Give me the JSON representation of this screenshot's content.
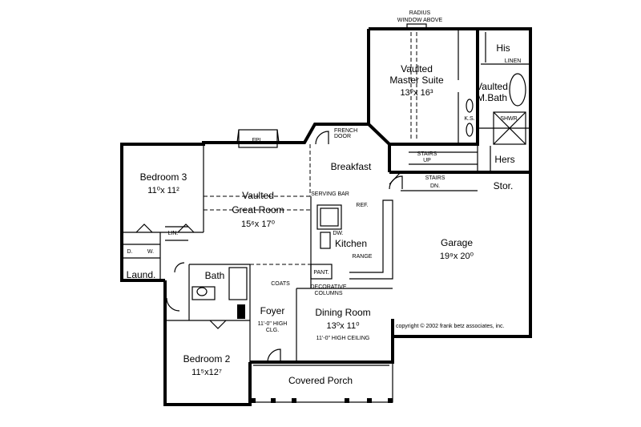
{
  "plan": {
    "radius_window": [
      "RADIUS",
      "WINDOW ABOVE"
    ],
    "rooms": {
      "master": {
        "name": [
          "Vaulted",
          "Master Suite"
        ],
        "dim": "13⁰x 16³"
      },
      "his": {
        "name": "His"
      },
      "linen": {
        "name": "LINEN"
      },
      "mbath": {
        "name": [
          "Vaulted",
          "M.Bath"
        ]
      },
      "ks": {
        "name": "K.S."
      },
      "shwr": {
        "name": "SHWR."
      },
      "hers": {
        "name": "Hers"
      },
      "fpl": {
        "name": "FPL."
      },
      "french_door": {
        "name": [
          "FRENCH",
          "DOOR"
        ]
      },
      "breakfast": {
        "name": "Breakfast"
      },
      "stairs_up": {
        "name": [
          "STAIRS",
          "UP"
        ]
      },
      "stairs_dn": {
        "name": [
          "STAIRS",
          "DN."
        ]
      },
      "stor": {
        "name": "Stor."
      },
      "bedroom3": {
        "name": "Bedroom 3",
        "dim": "11⁰x 11²"
      },
      "great_room": {
        "name": [
          "Vaulted",
          "Great Room"
        ],
        "dim": "15⁶x 17⁰"
      },
      "serving_bar": {
        "name": "SERVING BAR"
      },
      "ref": {
        "name": "REF."
      },
      "dw": {
        "name": "DW."
      },
      "kitchen": {
        "name": "Kitchen"
      },
      "range": {
        "name": "RANGE"
      },
      "garage": {
        "name": "Garage",
        "dim": "19⁹x 20⁰"
      },
      "lin": {
        "name": "LIN."
      },
      "dryer": {
        "name": "D."
      },
      "washer": {
        "name": "W."
      },
      "laund": {
        "name": "Laund."
      },
      "bath": {
        "name": "Bath"
      },
      "pant": {
        "name": "PANT."
      },
      "coats": {
        "name": "COATS"
      },
      "dec_columns": {
        "name": [
          "DECORATIVE",
          "COLUMNS"
        ]
      },
      "foyer": {
        "name": "Foyer",
        "note": [
          "11'-0\" HIGH",
          "CLG."
        ]
      },
      "dining": {
        "name": "Dining Room",
        "dim": "13⁰x 11⁰",
        "note": "11'-0\" HIGH CEILING"
      },
      "bedroom2": {
        "name": "Bedroom 2",
        "dim": "11⁵x12⁷"
      },
      "porch": {
        "name": "Covered Porch"
      }
    },
    "copyright": "copyright © 2002 frank betz associates, inc."
  }
}
